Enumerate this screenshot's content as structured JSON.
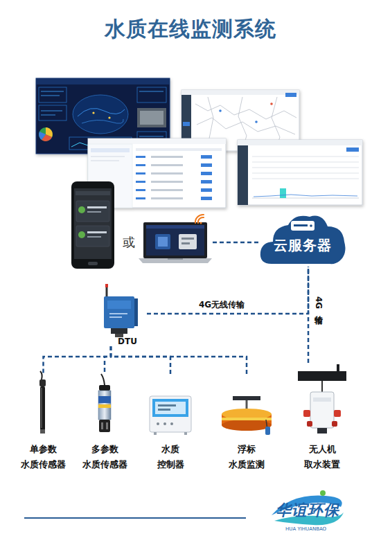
{
  "diagram": {
    "title": "水质在线监测系统",
    "nodes": [
      {
        "text": [
          "或"
        ]
      },
      {
        "text": [
          "云服务器"
        ]
      },
      {
        "text": [
          "DTU"
        ]
      },
      {
        "text": [
          "单参数 水质传感器"
        ]
      },
      {
        "text": [
          "多参数 水质传感器"
        ]
      },
      {
        "text": [
          "水质 控制器"
        ]
      },
      {
        "text": [
          "浮标 水质监测"
        ]
      },
      {
        "text": [
          "无人机 取水装置"
        ]
      }
    ],
    "edges": [
      {
        "from": 0,
        "to": 1,
        "arrow": "none"
      },
      {
        "from": 2,
        "to": 1,
        "label": "4G无线传输",
        "arrow": "none"
      },
      {
        "from": 7,
        "to": 1,
        "label": "4G传输",
        "arrow": "none"
      },
      {
        "from": 2,
        "to": 3,
        "arrow": "none"
      },
      {
        "from": 2,
        "to": 4,
        "arrow": "none"
      },
      {
        "from": 2,
        "to": 5,
        "arrow": "none"
      },
      {
        "from": 2,
        "to": 6,
        "arrow": "none"
      }
    ],
    "labels": [
      "华谊环保",
      "HUA YIHUANBAO"
    ]
  }
}
